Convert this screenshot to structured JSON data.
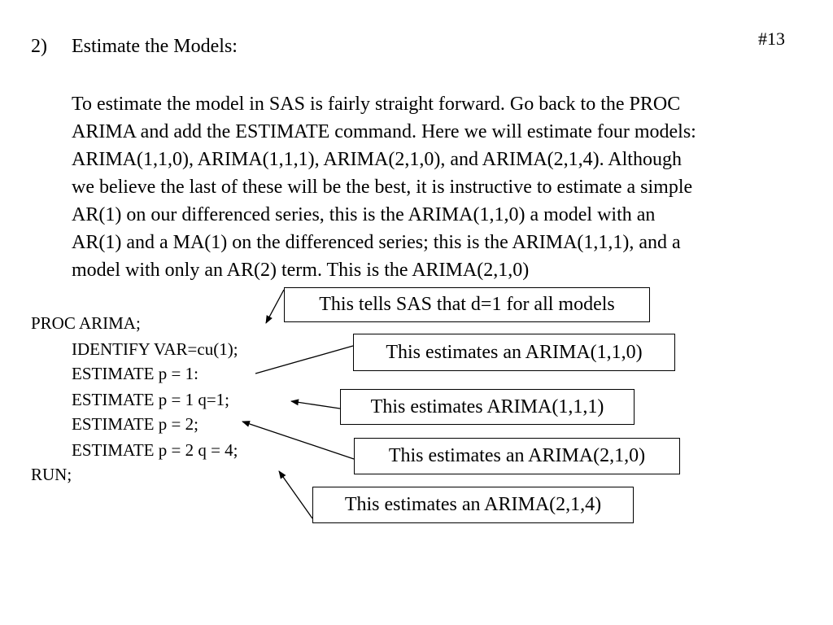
{
  "slide_number": "#13",
  "heading": {
    "number": "2)",
    "text": "Estimate the Models:"
  },
  "paragraph_lines": [
    "To estimate the model in SAS is fairly straight forward. Go back to the PROC",
    "ARIMA and add the ESTIMATE command.  Here we will estimate four models:",
    "ARIMA(1,1,0),  ARIMA(1,1,1), ARIMA(2,1,0), and ARIMA(2,1,4).  Although",
    "we believe the last of these will be the best, it is instructive to estimate a simple",
    "AR(1) on our differenced series, this is the ARIMA(1,1,0) a model with an",
    "AR(1) and a MA(1) on the differenced series; this is the ARIMA(1,1,1), and a",
    "model with only an AR(2) term. This is the ARIMA(2,1,0)"
  ],
  "code": {
    "proc": "PROC ARIMA;",
    "identify": "IDENTIFY  VAR=cu(1);",
    "estimate1": "ESTIMATE   p = 1:",
    "estimate2": "ESTIMATE   p = 1  q=1;",
    "estimate3": "ESTIMATE   p = 2;",
    "estimate4": "ESTIMATE  p = 2 q = 4;",
    "run": "RUN;"
  },
  "callouts": {
    "d1": "This tells SAS that d=1 for all models",
    "arima110": "This estimates an ARIMA(1,1,0)",
    "arima111": "This estimates ARIMA(1,1,1)",
    "arima210": "This estimates an ARIMA(2,1,0)",
    "arima214": "This estimates an ARIMA(2,1,4)"
  }
}
